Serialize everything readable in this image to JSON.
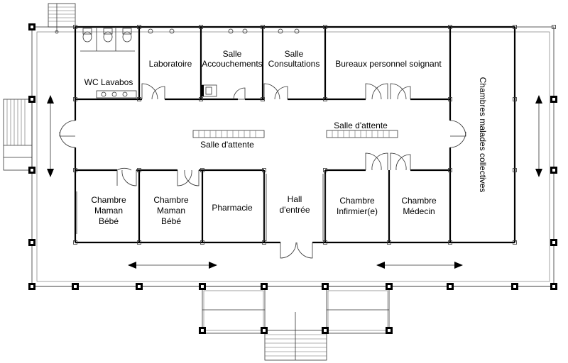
{
  "rooms": {
    "wc": "WC Lavabos",
    "labo": "Laboratoire",
    "accouch_1": "Salle",
    "accouch_2": "Accouchements",
    "consult_1": "Salle",
    "consult_2": "Consultations",
    "bureaux": "Bureaux personnel soignant",
    "chambres_collectives": "Chambres malades collectives",
    "attente_1": "Salle d'attente",
    "attente_2": "Salle d'attente",
    "maman1_l1": "Chambre",
    "maman1_l2": "Maman",
    "maman1_l3": "Bébé",
    "maman2_l1": "Chambre",
    "maman2_l2": "Maman",
    "maman2_l3": "Bébé",
    "pharmacie": "Pharmacie",
    "hall_1": "Hall",
    "hall_2": "d'entrée",
    "infirmier_1": "Chambre",
    "infirmier_2": "Infirmier(e)",
    "medecin_1": "Chambre",
    "medecin_2": "Médecin"
  }
}
